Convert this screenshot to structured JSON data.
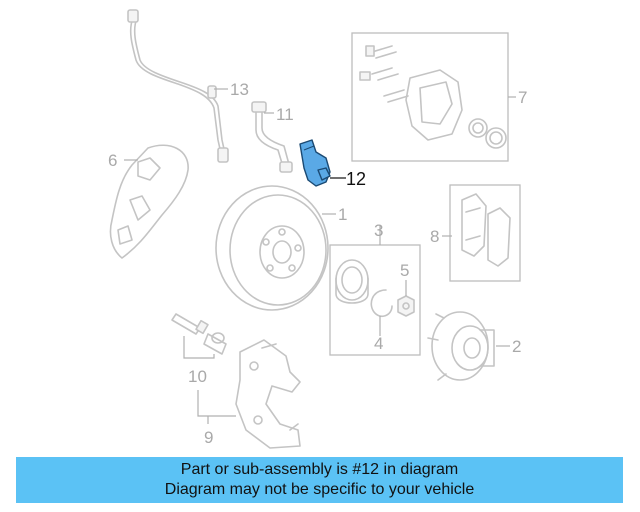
{
  "diagram": {
    "callouts": [
      "1",
      "2",
      "3",
      "4",
      "5",
      "6",
      "7",
      "8",
      "9",
      "10",
      "11",
      "12",
      "13"
    ],
    "highlighted_part": "12",
    "colors": {
      "line": "#c4c4c4",
      "highlight": "#5aa9e6",
      "banner": "#5bc2f5"
    }
  },
  "banner": {
    "line1": "Part or sub-assembly is #12 in diagram",
    "line2": "Diagram may not be specific to your vehicle"
  }
}
